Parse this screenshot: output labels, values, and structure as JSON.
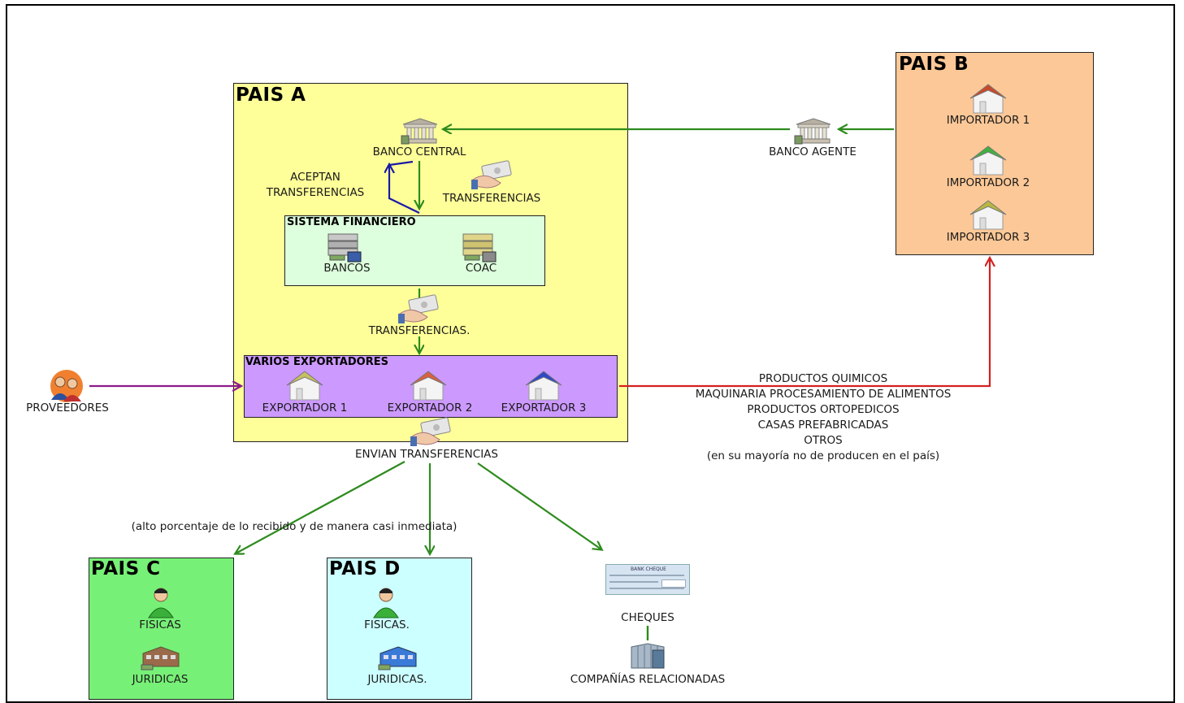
{
  "pais_a": {
    "title": "PAIS A",
    "banco_central": "BANCO CENTRAL",
    "aceptan_line1": "ACEPTAN",
    "aceptan_line2": "TRANSFERENCIAS",
    "transferencias": "TRANSFERENCIAS",
    "sistema_financiero": {
      "title": "SISTEMA FINANCIERO",
      "bancos": "BANCOS",
      "coac": "COAC"
    },
    "transferencias_dot": "TRANSFERENCIAS.",
    "varios_exportadores": {
      "title": "VARIOS EXPORTADORES",
      "items": [
        "EXPORTADOR 1",
        "EXPORTADOR 2",
        "EXPORTADOR 3"
      ]
    }
  },
  "pais_b": {
    "title": "PAIS B",
    "items": [
      "IMPORTADOR 1",
      "IMPORTADOR 2",
      "IMPORTADOR 3"
    ]
  },
  "banco_agente": "BANCO AGENTE",
  "proveedores": "PROVEEDORES",
  "productos": [
    "PRODUCTOS QUIMICOS",
    "MAQUINARIA PROCESAMIENTO DE ALIMENTOS",
    "PRODUCTOS ORTOPEDICOS",
    "CASAS PREFABRICADAS",
    "OTROS",
    "(en su mayoría no de producen en el país)"
  ],
  "envian_transferencias": "ENVIAN TRANSFERENCIAS",
  "alto_porcentaje": "(alto porcentaje de lo recibido y de manera casi inmediata)",
  "pais_c": {
    "title": "PAIS C",
    "fisicas": "FISICAS",
    "juridicas": "JURIDICAS"
  },
  "pais_d": {
    "title": "PAIS D",
    "fisicas": "FISICAS.",
    "juridicas": "JURIDICAS."
  },
  "cheques": "CHEQUES",
  "cheque_icon_text": "BANK CHEQUE",
  "companias": "COMPAÑÍAS RELACIONADAS",
  "colors": {
    "pais_a_fill": "#ffff99",
    "pais_b_fill": "#fcc897",
    "pais_c_fill": "#77f077",
    "pais_d_fill": "#ccffff",
    "sistema_fill": "#ddffdd",
    "exportadores_fill": "#cc99ff",
    "flow_green": "#2e8b1e",
    "flow_red": "#d42020",
    "flow_purple": "#8b1a8b",
    "flow_blue": "#1a1aa8"
  },
  "icons": [
    "bank-icon",
    "money-transfer-icon",
    "house-icon",
    "people-icon",
    "person-icon",
    "company-icon",
    "cheque-icon",
    "building-icon"
  ]
}
